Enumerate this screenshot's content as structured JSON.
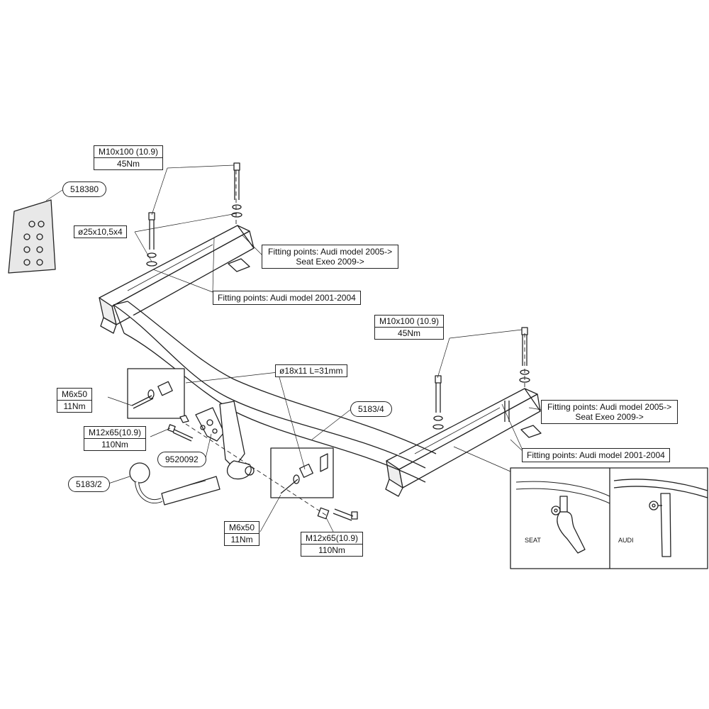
{
  "labels": {
    "bolt_top_left": {
      "spec": "M10x100 (10.9)",
      "torque": "45Nm"
    },
    "part_518380": "518380",
    "washer_spec": "ø25x10,5x4",
    "fit_left_new": {
      "line1": "Fitting points: Audi model 2005->",
      "line2": "Seat Exeo 2009->"
    },
    "fit_left_old": "Fitting points: Audi model 2001-2004",
    "bolt_top_right": {
      "spec": "M10x100 (10.9)",
      "torque": "45Nm"
    },
    "fit_right_new": {
      "line1": "Fitting points: Audi model 2005->",
      "line2": "Seat Exeo 2009->"
    },
    "fit_right_old": "Fitting points: Audi model 2001-2004",
    "bushing_spec": "ø18x11 L=31mm",
    "part_5183_4": "5183/4",
    "m6_left": {
      "spec": "M6x50",
      "torque": "11Nm"
    },
    "m12_left": {
      "spec": "M12x65(10.9)",
      "torque": "110Nm"
    },
    "part_9520092": "9520092",
    "part_5183_2": "5183/2",
    "m6_bottom": {
      "spec": "M6x50",
      "torque": "11Nm"
    },
    "m12_bottom": {
      "spec": "M12x65(10.9)",
      "torque": "110Nm"
    }
  },
  "inset": {
    "left_label": "SEAT",
    "right_label": "AUDI"
  },
  "colors": {
    "line": "#222222",
    "background": "#ffffff",
    "shade": "#d9d9d9"
  }
}
